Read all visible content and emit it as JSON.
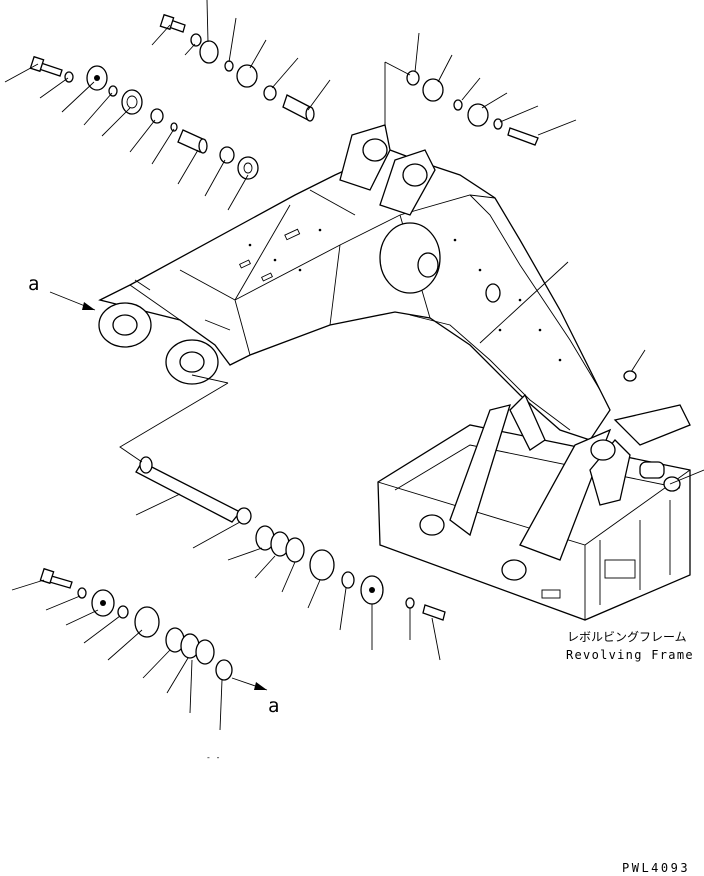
{
  "view_marker_top": "a",
  "view_marker_bottom": "a",
  "frame_label_jp": "レボルビングフレーム",
  "frame_label_en": "Revolving Frame",
  "drawing_code": "PWL4093",
  "stray_mark": "- -"
}
